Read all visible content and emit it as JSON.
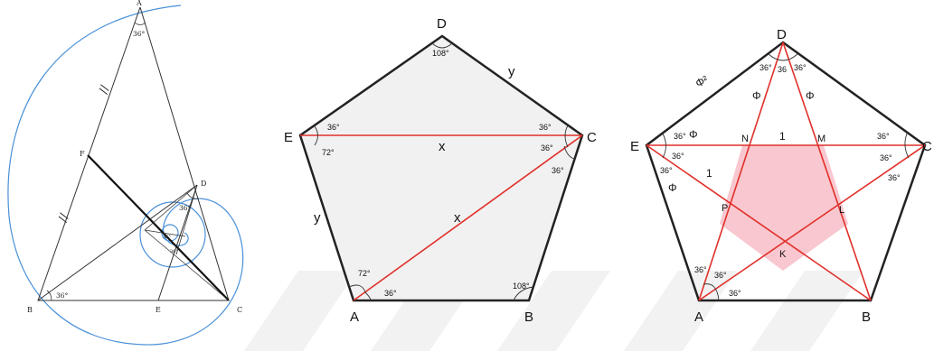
{
  "panel1": {
    "vertex_labels": {
      "A": "A",
      "B": "B",
      "C": "C",
      "D": "D",
      "E": "E",
      "F": "F"
    },
    "angle_top": "36°",
    "angle_d": "36°",
    "angle_b": "36°",
    "small_angle_1": "36°",
    "small_angle_2": "36°",
    "tick_marks": "//"
  },
  "panel2": {
    "vertex_labels": {
      "A": "A",
      "B": "B",
      "C": "C",
      "D": "D",
      "E": "E"
    },
    "angle_d": "108°",
    "angle_e_top": "36°",
    "angle_e_bottom": "72°",
    "angle_c_top": "36°",
    "angle_c_mid": "36°",
    "angle_c_bottom": "36°",
    "angle_a_top": "72°",
    "angle_a_bottom": "36°",
    "angle_b": "108°",
    "side_x_top": "x",
    "side_x_diag": "x",
    "side_y_right": "y",
    "side_y_left": "y"
  },
  "panel3": {
    "vertex_labels": {
      "A": "A",
      "B": "B",
      "C": "C",
      "D": "D",
      "E": "E",
      "K": "K",
      "L": "L",
      "M": "M",
      "N": "N",
      "P": "P"
    },
    "phi_squared": "Φ²",
    "phi_1": "Φ",
    "phi_2": "Φ",
    "phi_3": "Φ",
    "phi_4": "Φ",
    "one_1": "1",
    "one_2": "1",
    "angles": {
      "d1": "36°",
      "d2": "36",
      "d3": "36°",
      "e1": "36°",
      "e2": "36°",
      "e3": "36°",
      "c1": "36°",
      "c2": "36°",
      "c3": "36°",
      "a1": "36°",
      "a2": "36°",
      "a3": "36°"
    }
  },
  "colors": {
    "red": "#e0302a",
    "spiral": "#4a90d8",
    "pentagon_fill": "#f1f1f1",
    "star_fill": "#f9c7cf",
    "watermark": "#f0f0f0"
  }
}
